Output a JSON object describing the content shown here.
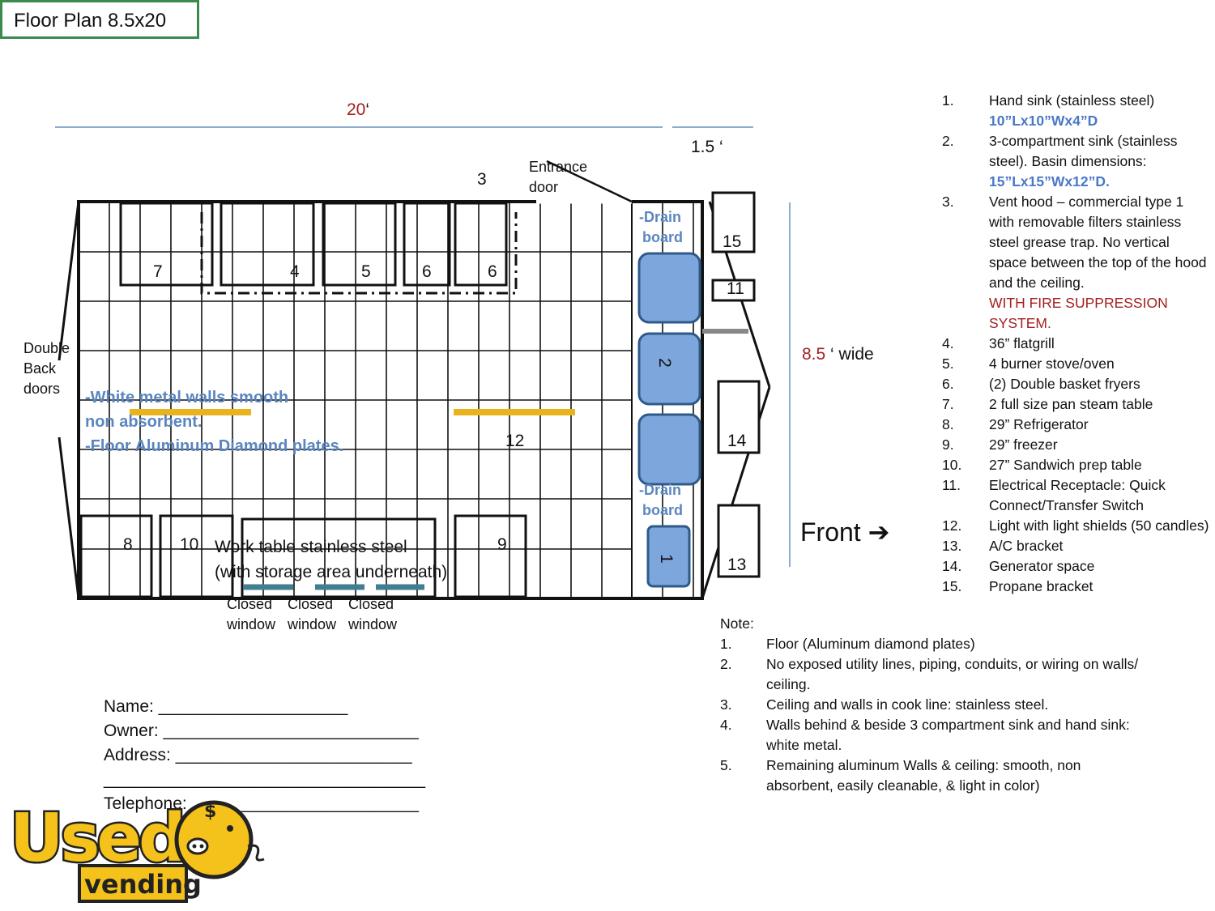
{
  "title": "Floor Plan 8.5x20",
  "dimensions": {
    "length": "20",
    "length_unit": "‘",
    "front_gap": "1.5 ‘",
    "width_value": "8.5",
    "width_suffix": " ‘ wide"
  },
  "labels": {
    "entrance_line1": "Entrance",
    "entrance_line2": "door",
    "vent_hood_number": "3",
    "back_doors_line1": "Double",
    "back_doors_line2": "Back",
    "back_doors_line3": "doors",
    "drain_board_line1": "-Drain",
    "drain_board_line2": "board",
    "work_table_line1": "Work table stainless steel",
    "work_table_line2": "(with storage area underneath)",
    "closed_window_line1": "Closed",
    "closed_window_line2": "window",
    "front": "Front"
  },
  "walls_note": {
    "line1": "-White metal walls smooth",
    "line2": "non absorbent.",
    "line3": "-Floor Aluminum Diamond plates."
  },
  "item_numbers": {
    "n7": "7",
    "n4": "4",
    "n5": "5",
    "n6a": "6",
    "n6b": "6",
    "n8": "8",
    "n10": "10",
    "n9": "9",
    "n12": "12",
    "n15": "15",
    "n11": "11",
    "n14": "14",
    "n13": "13",
    "n2": "2",
    "n1": "1"
  },
  "legend": [
    {
      "num": "1.",
      "text": "Hand sink (stainless steel)",
      "extra": "10”Lx10”Wx4”D"
    },
    {
      "num": "2.",
      "text": "3-compartment sink (stainless steel). Basin dimensions:",
      "extra": "15”Lx15”Wx12”D."
    },
    {
      "num": "3.",
      "text": "Vent hood – commercial type 1 with removable filters stainless steel grease trap. No vertical space between the top of the hood and the ceiling.",
      "extra": "WITH FIRE SUPPRESSION SYSTEM."
    },
    {
      "num": "4.",
      "text": "36” flatgrill"
    },
    {
      "num": "5.",
      "text": "4 burner stove/oven"
    },
    {
      "num": "6.",
      "text": "(2) Double basket fryers"
    },
    {
      "num": "7.",
      "text": "2 full size pan steam table"
    },
    {
      "num": "8.",
      "text": "29” Refrigerator"
    },
    {
      "num": "9.",
      "text": "29” freezer"
    },
    {
      "num": "10.",
      "text": "27” Sandwich prep table"
    },
    {
      "num": "11.",
      "text": "Electrical Receptacle: Quick Connect/Transfer Switch"
    },
    {
      "num": "12.",
      "text": "Light with light shields (50 candles)"
    },
    {
      "num": "13.",
      "text": "A/C bracket"
    },
    {
      "num": "14.",
      "text": "Generator space"
    },
    {
      "num": "15.",
      "text": "Propane bracket"
    }
  ],
  "notes": {
    "heading": "Note:",
    "items": [
      {
        "num": "1.",
        "text": "Floor (Aluminum diamond plates)"
      },
      {
        "num": "2.",
        "text": "No exposed utility lines, piping, conduits, or wiring on walls/ ceiling."
      },
      {
        "num": "3.",
        "text": "Ceiling and walls in cook line: stainless steel."
      },
      {
        "num": "4.",
        "text": "Walls behind & beside 3 compartment sink and hand sink: white metal."
      },
      {
        "num": "5.",
        "text": "Remaining aluminum Walls & ceiling: smooth, non absorbent, easily cleanable, & light in color)"
      }
    ]
  },
  "form": {
    "name": "Name: ____________________",
    "owner": "Owner: ___________________________",
    "address": "Address: _________________________",
    "address2": "__________________________________",
    "telephone": "Telephone: ________________________"
  },
  "logo": {
    "word1": "Used",
    "word2": "vending"
  },
  "colors": {
    "dimension_line": "#6a8fc0",
    "dimension_number": "#a32020",
    "sink_fill": "#7da6dc",
    "sink_stroke": "#2e5a8a",
    "light_bar": "#e8b31c",
    "window_bar": "#3f7f8f",
    "logo_yellow": "#f4c21a"
  }
}
